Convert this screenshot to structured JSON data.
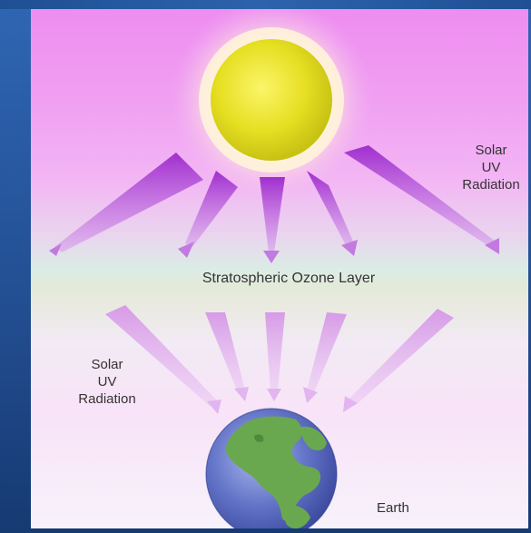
{
  "diagram": {
    "ozone_layer_label": "Stratospheric Ozone Layer",
    "uv_label_top": "Solar\nUV\nRadiation",
    "uv_label_left": "Solar\nUV\nRadiation",
    "earth_label": "Earth"
  },
  "colors": {
    "sky_top": "#ee8df0",
    "ozone_band": "#dbece6",
    "sun": "#e8e02a",
    "rays": "#b03cd6",
    "ocean": "#5d6fc4",
    "land": "#6aa84f"
  },
  "icons": [
    "sun-icon",
    "earth-globe-icon",
    "arrow-icon"
  ]
}
